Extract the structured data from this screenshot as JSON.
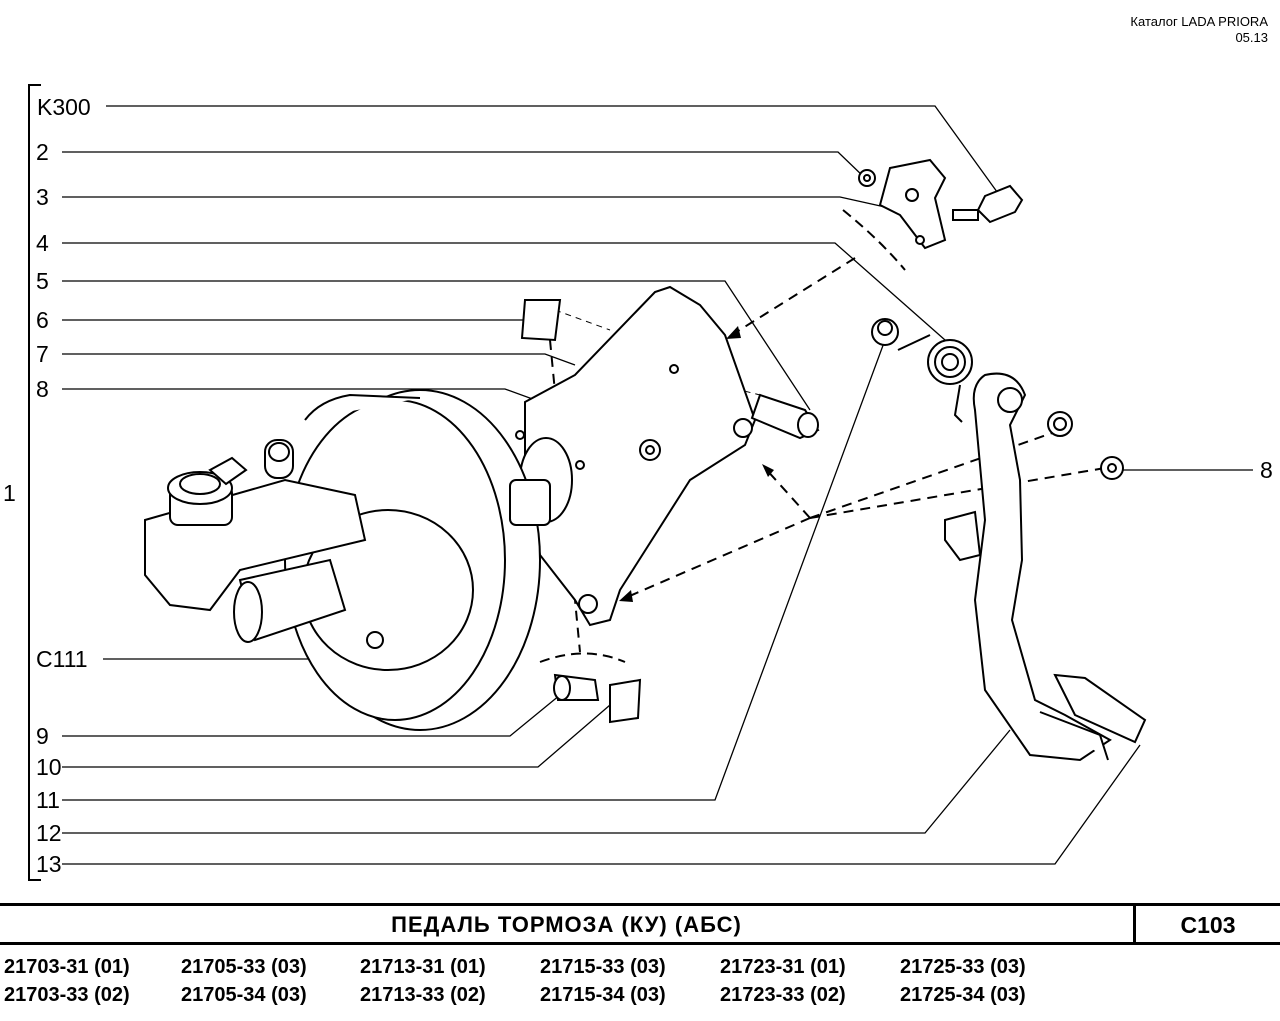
{
  "header": {
    "catalog": "Каталог  LADA  PRIORA",
    "date": "05.13"
  },
  "callouts": {
    "group": "1",
    "k300": "K300",
    "n2": "2",
    "n3": "3",
    "n4": "4",
    "n5": "5",
    "n6": "6",
    "n7": "7",
    "n8": "8",
    "c111": "C111",
    "n9": "9",
    "n10": "10",
    "n11": "11",
    "n12": "12",
    "n13": "13",
    "n8_right": "8"
  },
  "title": "ПЕДАЛЬ  ТОРМОЗА  (КУ)  (АБС)",
  "code": "C103",
  "models": [
    [
      "21703-31 (01)",
      "21705-33 (03)",
      "21713-31 (01)",
      "21715-33 (03)",
      "21723-31 (01)",
      "21725-33 (03)"
    ],
    [
      "21703-33 (02)",
      "21705-34 (03)",
      "21713-33 (02)",
      "21715-34 (03)",
      "21723-33 (02)",
      "21725-34 (03)"
    ]
  ]
}
